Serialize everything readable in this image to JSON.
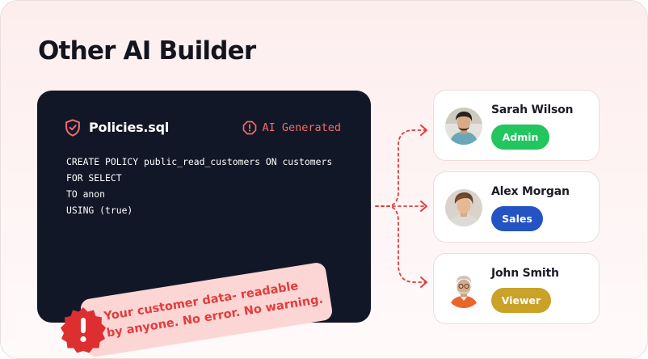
{
  "page": {
    "title": "Other AI Builder"
  },
  "code_card": {
    "file_name": "Policies.sql",
    "badge_label": "AI Generated",
    "badge_color": "#f26b6b",
    "background": "#121727",
    "code_lines": [
      "CREATE POLICY public_read_customers ON customers",
      "FOR SELECT",
      "TO anon",
      "USING (true)"
    ]
  },
  "warning": {
    "line1": "Your customer data- readable",
    "line2": "by anyone. No error. No warning.",
    "color": "#e23c3c",
    "icon": "exclamation-badge-icon"
  },
  "users": [
    {
      "name": "Sarah Wilson",
      "role": "Admin",
      "role_color": "#22c55e"
    },
    {
      "name": "Alex Morgan",
      "role": "Sales",
      "role_color": "#2453c4"
    },
    {
      "name": "John Smith",
      "role": "Viewer",
      "role_color": "#c9a227"
    }
  ]
}
